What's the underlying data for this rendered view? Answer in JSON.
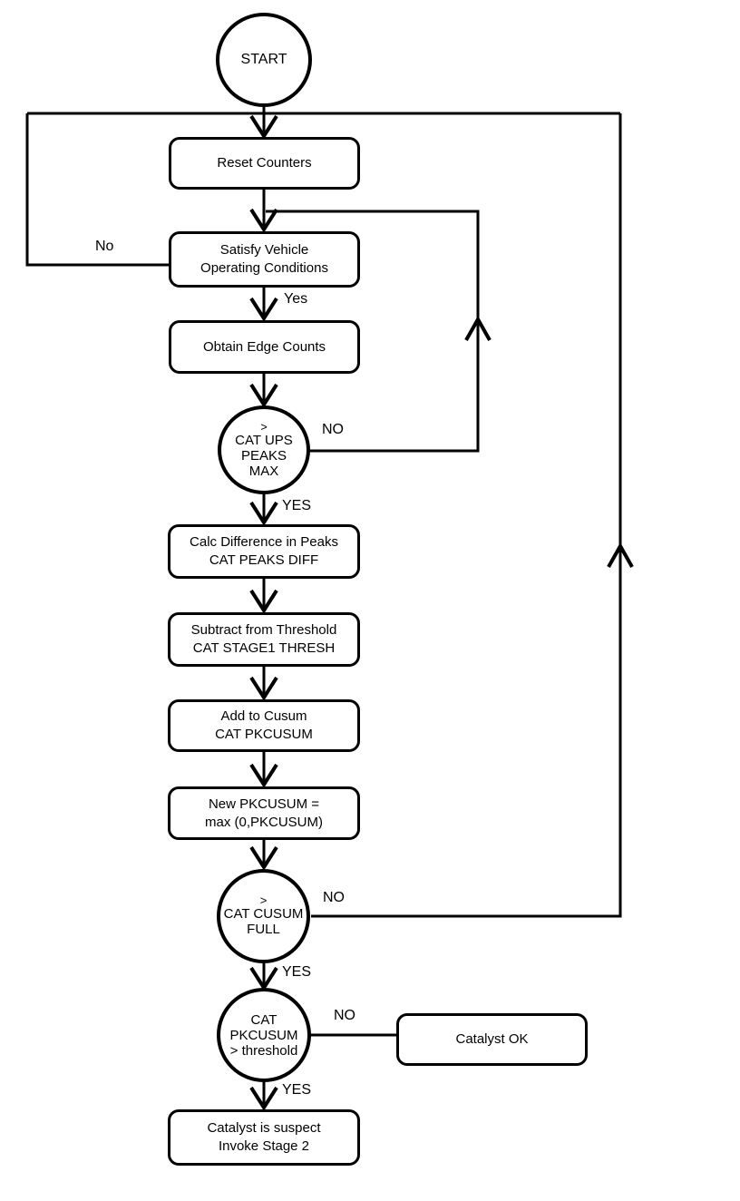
{
  "diagram": {
    "type": "flowchart",
    "colors": {
      "stroke": "#000000",
      "background": "#ffffff",
      "text": "#000000"
    },
    "nodes": {
      "start": {
        "label": "START"
      },
      "reset_counters": {
        "label": "Reset Counters"
      },
      "satisfy_vehicle": {
        "line1": "Satisfy Vehicle",
        "line2": "Operating Conditions"
      },
      "obtain_edge_counts": {
        "label": "Obtain Edge Counts"
      },
      "cat_ups_peaks_max": {
        "line1": ">",
        "line2": "CAT UPS",
        "line3": "PEAKS",
        "line4": "MAX"
      },
      "calc_difference": {
        "line1": "Calc Difference in Peaks",
        "line2": "CAT PEAKS DIFF"
      },
      "subtract_threshold": {
        "line1": "Subtract from Threshold",
        "line2": "CAT STAGE1 THRESH"
      },
      "add_to_cusum": {
        "line1": "Add to Cusum",
        "line2": "CAT PKCUSUM"
      },
      "new_pkcusum": {
        "line1": "New PKCUSUM =",
        "line2": "max (0,PKCUSUM)"
      },
      "cat_cusum_full": {
        "line1": ">",
        "line2": "CAT CUSUM",
        "line3": "FULL"
      },
      "cat_pkcusum_threshold": {
        "line1": "CAT",
        "line2": "PKCUSUM",
        "line3": "> threshold"
      },
      "catalyst_ok": {
        "label": "Catalyst OK"
      },
      "catalyst_suspect": {
        "line1": "Catalyst is suspect",
        "line2": "Invoke Stage 2"
      }
    },
    "edge_labels": {
      "satisfy_no": "No",
      "satisfy_yes": "Yes",
      "peaks_no": "NO",
      "peaks_yes": "YES",
      "cusum_no": "NO",
      "cusum_yes": "YES",
      "threshold_no": "NO",
      "threshold_yes": "YES"
    }
  }
}
